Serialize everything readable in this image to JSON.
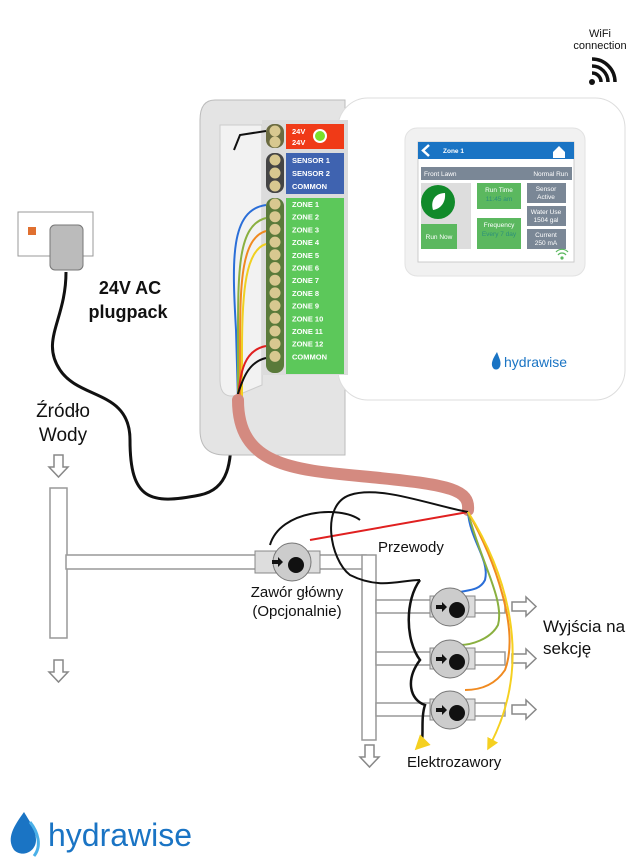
{
  "wifi": {
    "label_line1": "WiFi",
    "label_line2": "connection"
  },
  "controller": {
    "power_terminals": [
      "24V",
      "24V"
    ],
    "sensor_terminals": [
      "SENSOR 1",
      "SENSOR 2",
      "COMMON"
    ],
    "zone_terminals": [
      "ZONE 1",
      "ZONE 2",
      "ZONE 3",
      "ZONE 4",
      "ZONE 5",
      "ZONE 6",
      "ZONE 7",
      "ZONE 8",
      "ZONE 9",
      "ZONE 10",
      "ZONE 11",
      "ZONE 12",
      "COMMON"
    ],
    "brand": "hydrawise",
    "screen": {
      "title": "Zone 1",
      "zone_name": "Front Lawn",
      "status": "Normal Run",
      "run_now": "Run Now",
      "run_time_label": "Run Time",
      "run_time_value": "11:45 am",
      "frequency_label": "Frequency",
      "frequency_value": "Every 7 day",
      "sensor_label": "Sensor",
      "sensor_value": "Active",
      "water_use_label": "Water Use",
      "water_use_value": "1504 gal",
      "current_label": "Current",
      "current_value": "250 mA"
    }
  },
  "labels": {
    "plugpack_line1": "24V AC",
    "plugpack_line2": "plugpack",
    "water_source_line1": "Źródło",
    "water_source_line2": "Wody",
    "wires": "Przewody",
    "master_valve_line1": "Zawór główny",
    "master_valve_line2": "(Opcjonalnie)",
    "zone_outputs_line1": "Wyjścia na",
    "zone_outputs_line2": "sekcję",
    "solenoids": "Elektrozawory"
  },
  "logo": {
    "text": "hydrawise"
  },
  "colors": {
    "power": "#f03a17",
    "sensor": "#3f63b0",
    "zones": "#5cc85a",
    "cable": "#d48a80",
    "brand_blue": "#1a74c4"
  }
}
